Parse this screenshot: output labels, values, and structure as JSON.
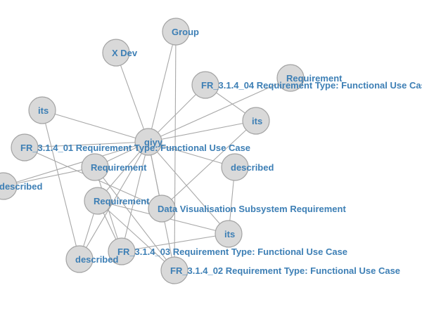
{
  "graph": {
    "nodes": [
      {
        "id": "group",
        "label": "Group"
      },
      {
        "id": "xdev",
        "label": "X Dev"
      },
      {
        "id": "req_top",
        "label": "Requirement"
      },
      {
        "id": "fr04",
        "label": "FR_3.1.4_04 Requirement Type: Functional Use Case"
      },
      {
        "id": "its_left",
        "label": "its"
      },
      {
        "id": "its_right",
        "label": "its"
      },
      {
        "id": "giyy",
        "label": "giyy"
      },
      {
        "id": "fr01",
        "label": "FR_3.1.4_01 Requirement Type: Functional Use Case"
      },
      {
        "id": "req_mid",
        "label": "Requirement"
      },
      {
        "id": "described_right",
        "label": "described"
      },
      {
        "id": "described_left",
        "label": "described"
      },
      {
        "id": "req_low",
        "label": "Requirement"
      },
      {
        "id": "dvs",
        "label": "Data Visualisation Subsystem Requirement"
      },
      {
        "id": "its_bottom",
        "label": "its"
      },
      {
        "id": "fr03",
        "label": "FR_3.1.4_03 Requirement Type: Functional Use Case"
      },
      {
        "id": "described_bottom",
        "label": "described"
      },
      {
        "id": "fr02",
        "label": "FR_3.1.4_02 Requirement Type: Functional Use Case"
      }
    ],
    "edges": [
      [
        "giyy",
        "group"
      ],
      [
        "giyy",
        "xdev"
      ],
      [
        "giyy",
        "fr04"
      ],
      [
        "giyy",
        "req_top"
      ],
      [
        "giyy",
        "its_right"
      ],
      [
        "giyy",
        "described_right"
      ],
      [
        "giyy",
        "fr01"
      ],
      [
        "giyy",
        "req_mid"
      ],
      [
        "giyy",
        "req_low"
      ],
      [
        "giyy",
        "dvs"
      ],
      [
        "giyy",
        "fr03"
      ],
      [
        "giyy",
        "fr02"
      ],
      [
        "giyy",
        "described_left"
      ],
      [
        "giyy",
        "its_left"
      ],
      [
        "giyy",
        "its_bottom"
      ],
      [
        "giyy",
        "described_bottom"
      ],
      [
        "group",
        "fr02"
      ],
      [
        "fr04",
        "its_right"
      ],
      [
        "its_right",
        "dvs"
      ],
      [
        "fr01",
        "dvs"
      ],
      [
        "its_left",
        "described_bottom"
      ],
      [
        "req_mid",
        "fr03"
      ],
      [
        "req_mid",
        "fr02"
      ],
      [
        "req_mid",
        "described_left"
      ],
      [
        "req_low",
        "described_bottom"
      ],
      [
        "req_low",
        "fr03"
      ],
      [
        "req_low",
        "fr02"
      ],
      [
        "req_low",
        "its_bottom"
      ],
      [
        "described_right",
        "its_bottom"
      ],
      [
        "fr03",
        "its_bottom"
      ]
    ]
  }
}
